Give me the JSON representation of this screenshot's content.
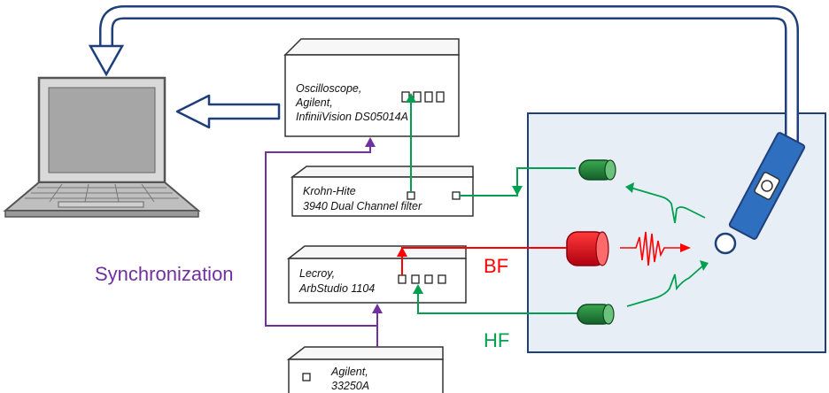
{
  "devices": {
    "oscilloscope": {
      "line1": "Oscilloscope,",
      "line2": "Agilent,",
      "line3": "InfiniiVision  DS05014A"
    },
    "filter": {
      "line1": "Krohn-Hite",
      "line2": "3940 Dual Channel filter"
    },
    "arb": {
      "line1": "Lecroy,",
      "line2": "ArbStudio 1104"
    },
    "generator": {
      "line1": "Agilent,",
      "line2": "33250A"
    }
  },
  "labels": {
    "sync": "Synchronization",
    "bf": "BF",
    "hf": "HF"
  },
  "colors": {
    "sync": "#7030a0",
    "bf": "#ff0000",
    "hf": "#00a050",
    "feedback_arrow": "#1f3f7a",
    "tank_fill": "#e8eef6",
    "tank_border": "#1f3f7a",
    "camera": "#2f6fbf",
    "transducer_green": "#1e7a34",
    "transducer_red": "#e0141c"
  },
  "icons": [
    "laptop-icon",
    "camera-icon",
    "bubble-icon",
    "transducer-icon"
  ]
}
